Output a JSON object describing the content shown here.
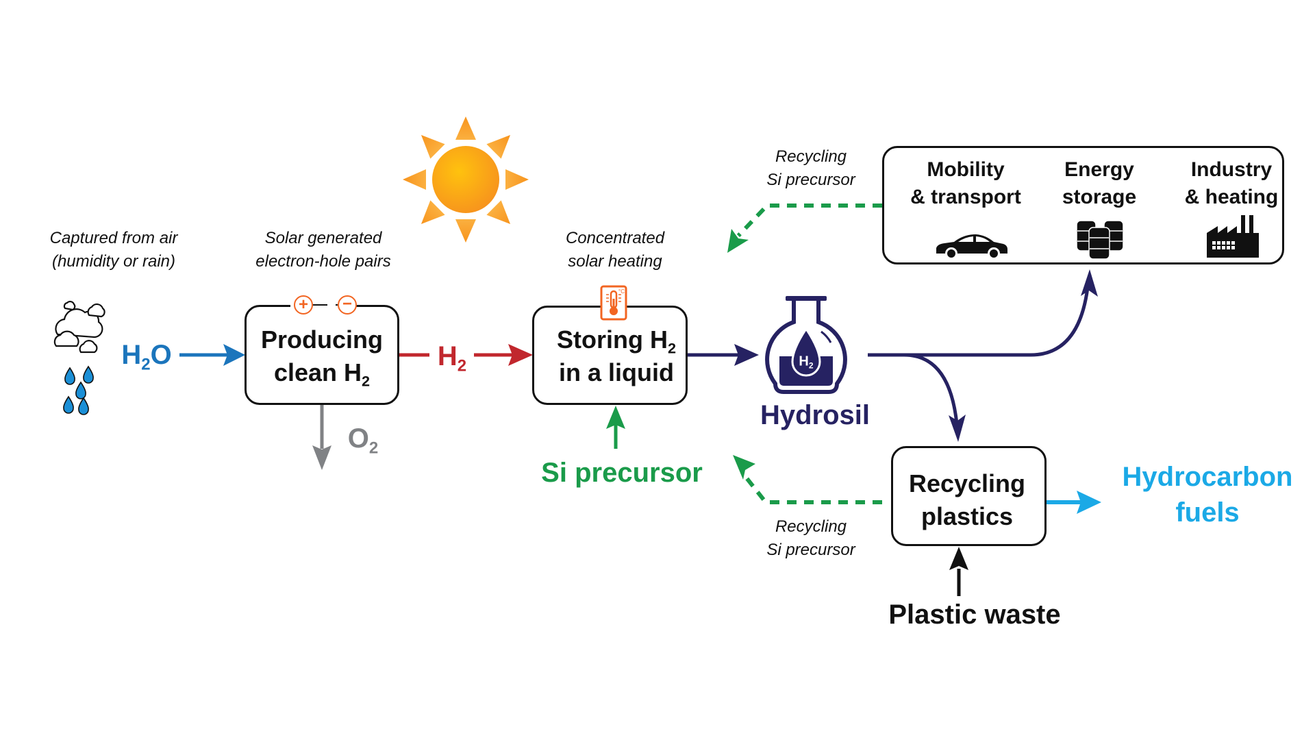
{
  "diagram": {
    "title": "Solar hydrogen production, liquid storage (Hydrosil) and plastic recycling cycle",
    "colors": {
      "water_blue": "#1b75bc",
      "hydrogen_red": "#c1272d",
      "oxygen_grey": "#808285",
      "hydrosil_navy": "#262262",
      "precursor_green": "#1a9b4a",
      "fuel_blue": "#1ba9e6",
      "accent_orange": "#f26522",
      "sun_orange": "#f7a823"
    },
    "captions": {
      "air": [
        "Captured from air",
        "(humidity or rain)"
      ],
      "solar_pairs": [
        "Solar generated",
        "electron-hole pairs"
      ],
      "solar_heating": [
        "Concentrated",
        "solar heating"
      ],
      "recycle_top": [
        "Recycling",
        "Si precursor"
      ],
      "recycle_bottom": [
        "Recycling",
        "Si precursor"
      ]
    },
    "species": {
      "water": {
        "base": "H",
        "sub": "2",
        "tail": "O"
      },
      "hydrogen": {
        "base": "H",
        "sub": "2"
      },
      "oxygen": {
        "base": "O",
        "sub": "2"
      },
      "flask_h2": {
        "base": "H",
        "sub": "2"
      }
    },
    "nodes": {
      "producing": {
        "line1": "Producing",
        "line2_base": "clean H",
        "line2_sub": "2",
        "badges": [
          "+",
          "−"
        ]
      },
      "storing": {
        "line1_base": "Storing H",
        "line1_sub": "2",
        "line2": "in a liquid"
      },
      "hydrosil": {
        "label": "Hydrosil"
      },
      "si_precursor": {
        "label": "Si precursor"
      },
      "uses": [
        {
          "line1": "Mobility",
          "line2": "& transport",
          "icon": "car-icon"
        },
        {
          "line1": "Energy",
          "line2": "storage",
          "icon": "barrels-icon"
        },
        {
          "line1": "Industry",
          "line2": "& heating",
          "icon": "factory-icon"
        }
      ],
      "recycling": {
        "line1": "Recycling",
        "line2": "plastics"
      },
      "plastic_waste": {
        "label": "Plastic waste"
      },
      "fuels": {
        "line1": "Hydrocarbon",
        "line2": "fuels"
      }
    },
    "icons": [
      "sun-icon",
      "cloud-icon",
      "raindrop-icon",
      "thermometer-icon",
      "flask-icon",
      "car-icon",
      "barrels-icon",
      "factory-icon"
    ]
  }
}
